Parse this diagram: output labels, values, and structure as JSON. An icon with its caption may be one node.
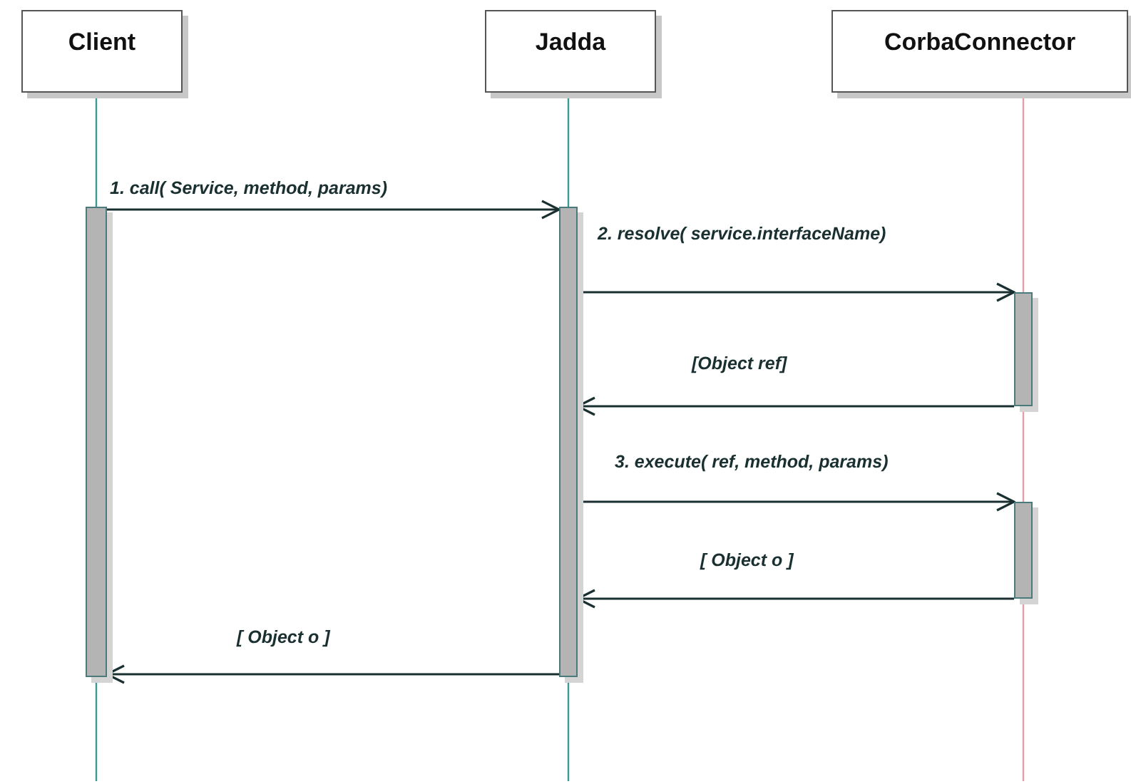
{
  "diagram": {
    "nodes": [
      {
        "text": [
          "Client"
        ]
      },
      {
        "text": [
          "Jadda"
        ]
      },
      {
        "text": [
          "CorbaConnector"
        ]
      },
      {
        "text": [],
        "shape": "bar"
      },
      {
        "text": [],
        "shape": "bar"
      },
      {
        "text": [],
        "shape": "bar"
      },
      {
        "text": [],
        "shape": "bar"
      }
    ],
    "edges": [
      {
        "from": 3,
        "to": 4,
        "arrow": "to",
        "label": "1. call( Service, method, params)"
      },
      {
        "from": 4,
        "to": 5,
        "arrow": "to",
        "label": "2. resolve( service.interfaceName)"
      },
      {
        "from": 5,
        "to": 4,
        "arrow": "to",
        "label": "[Object ref]"
      },
      {
        "from": 4,
        "to": 6,
        "arrow": "to",
        "label": "3. execute( ref, method, params)"
      },
      {
        "from": 6,
        "to": 4,
        "arrow": "to",
        "label": "[ Object o ]"
      },
      {
        "from": 4,
        "to": 3,
        "arrow": "to",
        "label": "[ Object o ]"
      },
      {
        "from": 0,
        "to": 3,
        "arrow": "none",
        "color": "#3a9a9a"
      },
      {
        "from": 3,
        "to": null,
        "arrow": "none",
        "color": "#3a9a9a"
      },
      {
        "from": 1,
        "to": 4,
        "arrow": "none",
        "color": "#3a9a9a"
      },
      {
        "from": 4,
        "to": null,
        "arrow": "none",
        "color": "#3a9a9a"
      },
      {
        "from": 2,
        "to": 5,
        "arrow": "none",
        "color": "#e0a0a8"
      },
      {
        "from": 5,
        "to": 6,
        "arrow": "none",
        "color": "#e0a0a8"
      },
      {
        "from": 6,
        "to": null,
        "arrow": "none",
        "color": "#e0a0a8"
      }
    ]
  }
}
